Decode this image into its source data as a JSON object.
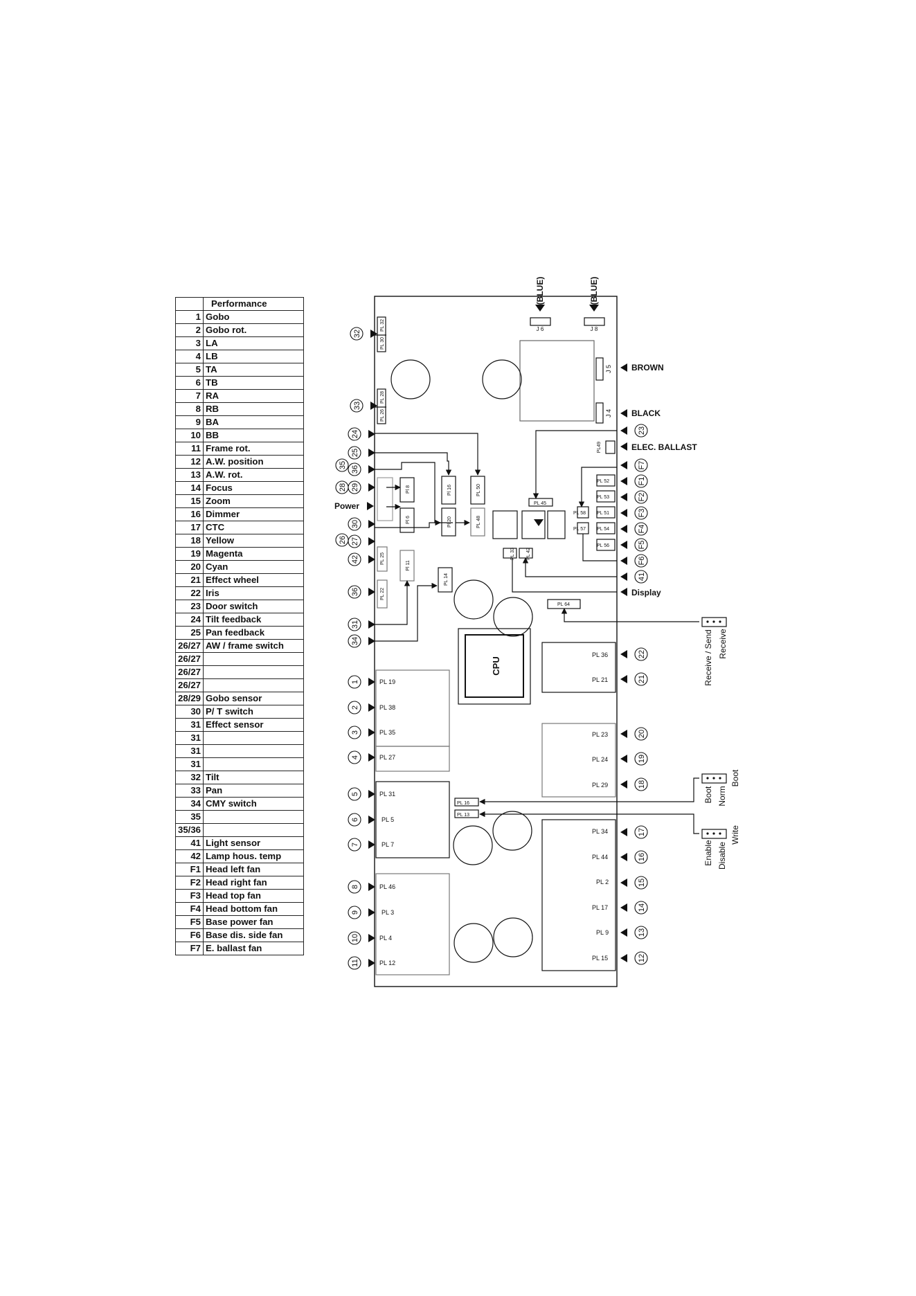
{
  "table": {
    "header": "Performance",
    "rows": [
      {
        "no": "1",
        "label": "Gobo"
      },
      {
        "no": "2",
        "label": "Gobo rot."
      },
      {
        "no": "3",
        "label": "LA"
      },
      {
        "no": "4",
        "label": "LB"
      },
      {
        "no": "5",
        "label": "TA"
      },
      {
        "no": "6",
        "label": "TB"
      },
      {
        "no": "7",
        "label": "RA"
      },
      {
        "no": "8",
        "label": "RB"
      },
      {
        "no": "9",
        "label": "BA"
      },
      {
        "no": "10",
        "label": "BB"
      },
      {
        "no": "11",
        "label": "Frame rot."
      },
      {
        "no": "12",
        "label": "A.W. position"
      },
      {
        "no": "13",
        "label": "A.W. rot."
      },
      {
        "no": "14",
        "label": "Focus"
      },
      {
        "no": "15",
        "label": "Zoom"
      },
      {
        "no": "16",
        "label": "Dimmer"
      },
      {
        "no": "17",
        "label": "CTC"
      },
      {
        "no": "18",
        "label": "Yellow"
      },
      {
        "no": "19",
        "label": "Magenta"
      },
      {
        "no": "20",
        "label": "Cyan"
      },
      {
        "no": "21",
        "label": "Effect wheel"
      },
      {
        "no": "22",
        "label": "Iris"
      },
      {
        "no": "23",
        "label": "Door switch"
      },
      {
        "no": "24",
        "label": "Tilt feedback"
      },
      {
        "no": "25",
        "label": "Pan feedback"
      },
      {
        "no": "26/27",
        "label": "AW / frame switch"
      },
      {
        "no": "26/27",
        "label": ""
      },
      {
        "no": "26/27",
        "label": ""
      },
      {
        "no": "26/27",
        "label": ""
      },
      {
        "no": "28/29",
        "label": "Gobo sensor"
      },
      {
        "no": "30",
        "label": "P/ T switch"
      },
      {
        "no": "31",
        "label": "Effect sensor"
      },
      {
        "no": "31",
        "label": ""
      },
      {
        "no": "31",
        "label": ""
      },
      {
        "no": "31",
        "label": ""
      },
      {
        "no": "32",
        "label": "Tilt"
      },
      {
        "no": "33",
        "label": "Pan"
      },
      {
        "no": "34",
        "label": "CMY switch"
      },
      {
        "no": "35",
        "label": ""
      },
      {
        "no": "35/36",
        "label": ""
      },
      {
        "no": "41",
        "label": "Light sensor"
      },
      {
        "no": "42",
        "label": "Lamp hous. temp"
      },
      {
        "no": "F1",
        "label": "Head left fan"
      },
      {
        "no": "F2",
        "label": "Head right fan"
      },
      {
        "no": "F3",
        "label": "Head top fan"
      },
      {
        "no": "F4",
        "label": "Head bottom fan"
      },
      {
        "no": "F5",
        "label": "Base power fan"
      },
      {
        "no": "F6",
        "label": "Base dis. side fan"
      },
      {
        "no": "F7",
        "label": "E. ballast fan"
      }
    ]
  },
  "board": {
    "cpu_label": "CPU",
    "top_connectors": [
      {
        "id": "J 6",
        "wire": "(BLUE)"
      },
      {
        "id": "J 8",
        "wire": "(BLUE)"
      }
    ],
    "right_labels": {
      "brown": "BROWN",
      "black": "BLACK",
      "elec_ballast": "ELEC. BALLAST",
      "display": "Display",
      "power": "Power"
    },
    "connectors": {
      "j5": "J 5",
      "j4": "J 4",
      "pl49": "PL49",
      "pl32": "PL 32",
      "pl30": "PL 30",
      "pl28": "PL 28",
      "pl26": "PL 26",
      "pl8": "Pl 8",
      "pl6": "Pl 6",
      "pl16_v": "Pl 16",
      "pl20": "Pl 20",
      "pl50": "PL 50",
      "pl48": "PL 48",
      "pl45": "PL 45",
      "pl52": "PL 52",
      "pl53": "PL 53",
      "pl51": "PL 51",
      "pl58": "PL 58",
      "pl54": "PL 54",
      "pl57": "PL 57",
      "pl56": "PL 56",
      "pl33": "PL 33",
      "pl42": "PL 42",
      "pl25": "PL 25",
      "pl11": "Pl 11",
      "pl14": "PL 14",
      "pl22": "PL 22",
      "pl64": "PL 64",
      "pl19": "PL 19",
      "pl38": "PL 38",
      "pl35": "PL 35",
      "pl27": "PL 27",
      "pl31": "PL 31",
      "pl5": "PL 5",
      "pl7": "PL 7",
      "pl46": "PL 46",
      "pl3": "PL 3",
      "pl4": "PL 4",
      "pl12": "PL 12",
      "pl36": "PL 36",
      "pl21": "PL 21",
      "pl23": "PL 23",
      "pl24": "PL 24",
      "pl29": "PL 29",
      "pl16": "PL 16",
      "pl13": "PL 13",
      "pl34": "PL 34",
      "pl44": "PL 44",
      "pl2": "PL 2",
      "pl17": "PL 17",
      "pl9": "PL 9",
      "pl15": "PL 15"
    },
    "left_markers": [
      "32",
      "33",
      "24",
      "25",
      "36",
      "35",
      "29",
      "28",
      "30",
      "27",
      "26",
      "42",
      "36",
      "31",
      "34",
      "1",
      "2",
      "3",
      "4",
      "5",
      "6",
      "7",
      "8",
      "9",
      "10",
      "11"
    ],
    "right_markers": [
      "23",
      "F7",
      "F1",
      "F2",
      "F3",
      "F4",
      "F5",
      "F6",
      "41",
      "22",
      "21",
      "20",
      "19",
      "18",
      "17",
      "16",
      "15",
      "14",
      "13",
      "12"
    ],
    "jumpers": {
      "receive_send": "Receive / Send",
      "receive": "Receive",
      "boot": "Boot",
      "norm": "Norm",
      "boot_side": "Boot",
      "enable": "Enable",
      "disable": "Disable",
      "write": "Write"
    }
  }
}
